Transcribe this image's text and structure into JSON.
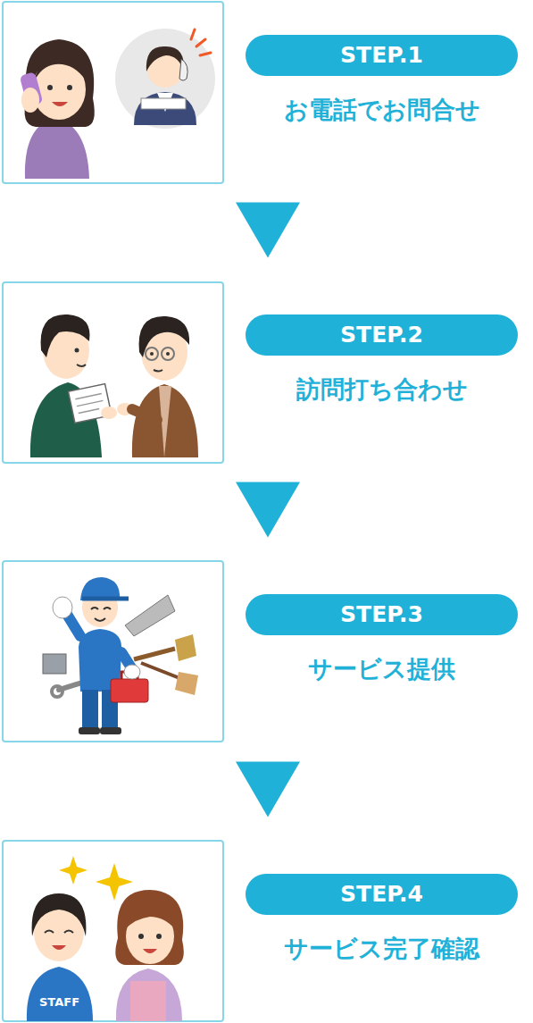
{
  "diagram": {
    "nodes": [
      {
        "text": [
          "STEP.1",
          "お電話でお問合せ"
        ]
      },
      {
        "text": [
          "STEP.2",
          "訪問打ち合わせ"
        ]
      },
      {
        "text": [
          "STEP.3",
          "サービス提供"
        ]
      },
      {
        "text": [
          "STEP.4",
          "サービス完了確認"
        ]
      }
    ],
    "edges": [
      {
        "from": 0,
        "to": 1,
        "arrow": "to"
      },
      {
        "from": 1,
        "to": 2,
        "arrow": "to"
      },
      {
        "from": 2,
        "to": 3,
        "arrow": "to"
      }
    ],
    "labels": [
      "STAFF"
    ]
  }
}
